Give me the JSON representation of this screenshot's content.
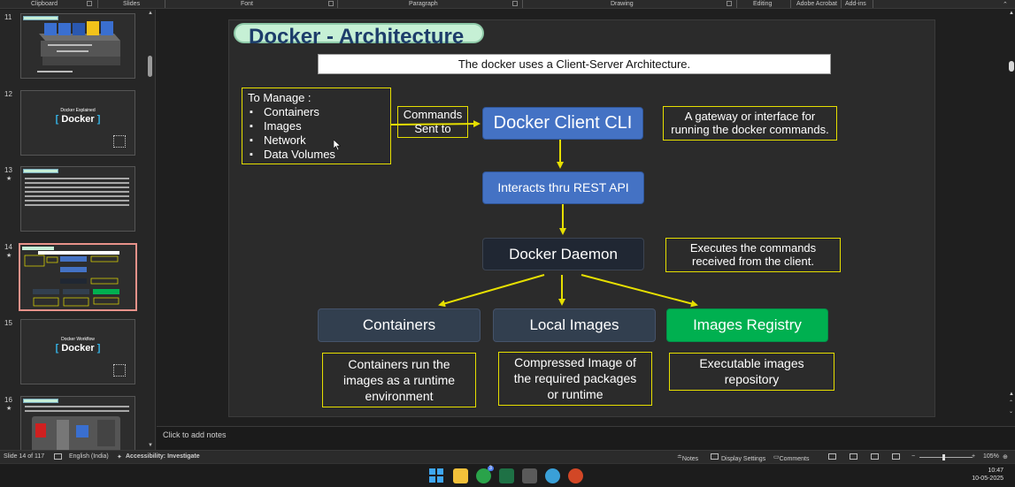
{
  "ribbon": {
    "groups": [
      "Clipboard",
      "Slides",
      "Font",
      "Paragraph",
      "Drawing",
      "Editing",
      "Adobe Acrobat",
      "Add-ins"
    ]
  },
  "thumbnails": [
    {
      "number": "11",
      "star": ""
    },
    {
      "number": "12",
      "star": "",
      "title": "Docker Explained",
      "docker": "Docker"
    },
    {
      "number": "13",
      "star": "★"
    },
    {
      "number": "14",
      "star": "★",
      "active": true
    },
    {
      "number": "15",
      "star": "",
      "title": "Docker Workflow",
      "docker": "Docker"
    },
    {
      "number": "16",
      "star": "★"
    }
  ],
  "slide": {
    "title": "Docker - Architecture",
    "banner": "The docker uses a Client-Server Architecture.",
    "manage": {
      "heading": "To Manage :",
      "items": [
        "Containers",
        "Images",
        "Network",
        "Data Volumes"
      ]
    },
    "commands": [
      "Commands",
      "Sent to"
    ],
    "client": "Docker Client CLI",
    "gateway": [
      "A gateway or interface for",
      "running the docker commands."
    ],
    "rest": "Interacts thru REST API",
    "daemon": "Docker Daemon",
    "executes": [
      "Executes the commands",
      "received from the client."
    ],
    "containers": "Containers",
    "local_images": "Local Images",
    "registry": "Images Registry",
    "desc_containers": [
      "Containers run the",
      "images as a runtime",
      "environment"
    ],
    "desc_local": [
      "Compressed Image of",
      "the required packages",
      "or runtime"
    ],
    "desc_registry": [
      "Executable images",
      "repository"
    ],
    "colors": {
      "accent_blue": "#4472c4",
      "registry_green": "#00b050",
      "yellow_line": "#e6df00"
    }
  },
  "notes": {
    "placeholder": "Click to add notes"
  },
  "status": {
    "slide_indicator": "Slide 14 of 117",
    "language": "English (India)",
    "accessibility": "Accessibility: Investigate",
    "notes": "Notes",
    "display_settings": "Display Settings",
    "comments": "Comments",
    "zoom": "105%"
  },
  "taskbar": {
    "time": "10:47",
    "date": "10-05-2025",
    "badge": "3"
  }
}
